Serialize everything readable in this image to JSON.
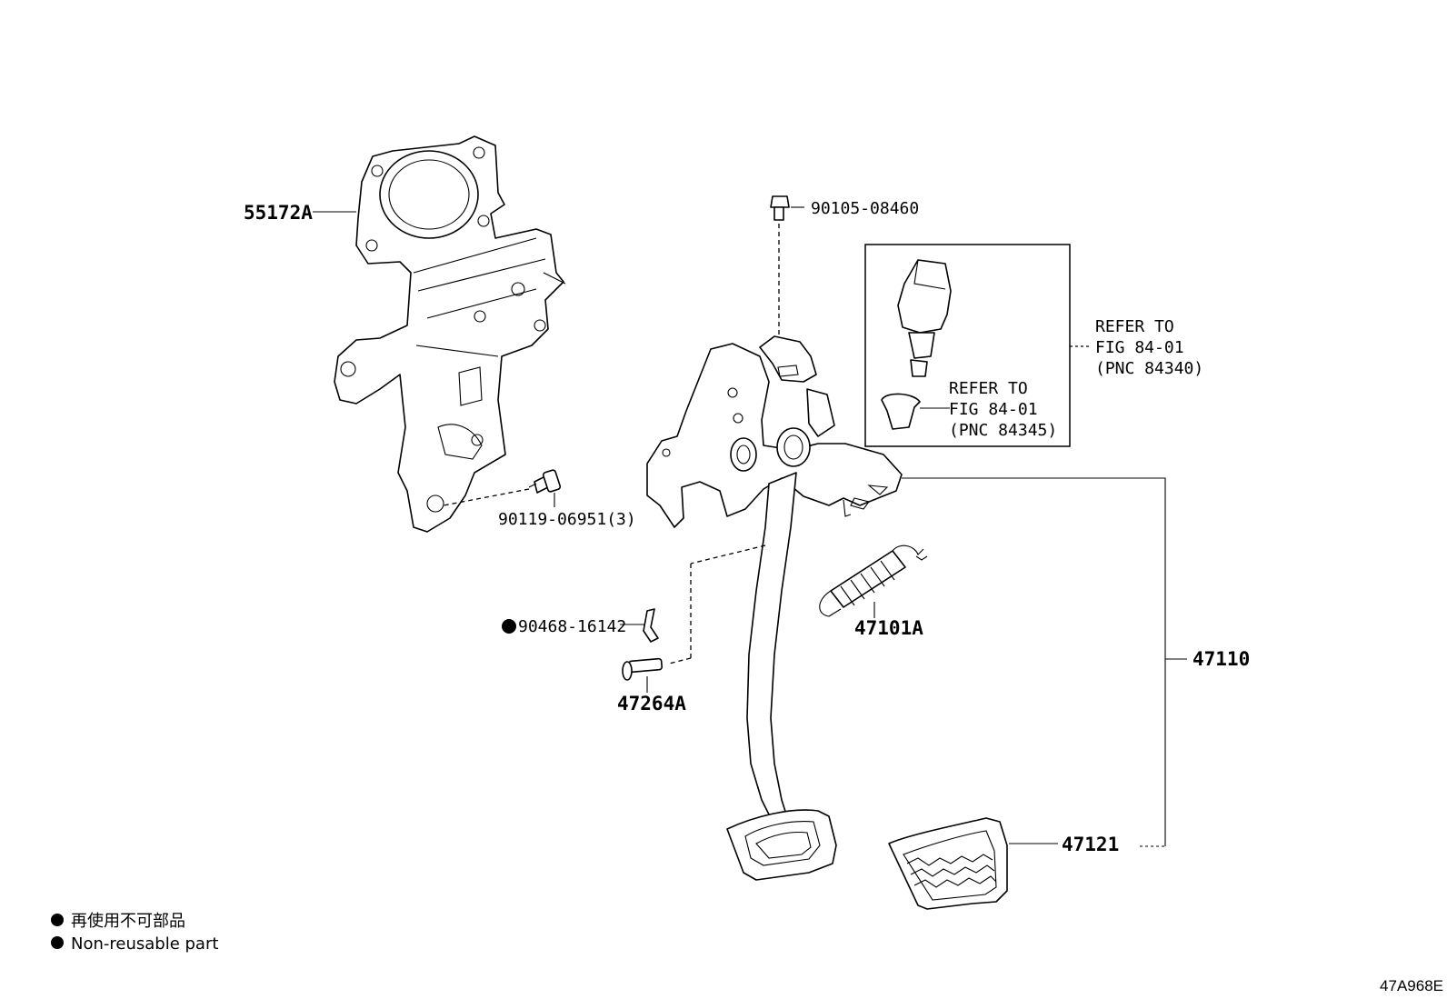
{
  "labels": {
    "bracket": "55172A",
    "bolt_top": "90105-08460",
    "bolt_bracket": "90119-06951(3)",
    "clip": "90468-16142",
    "pin": "47264A",
    "spring": "47101A",
    "pedal_assy": "47110",
    "pedal_pad": "47121"
  },
  "refer_switch": {
    "line1": "REFER TO",
    "line2": "FIG 84-01",
    "line3": "(PNC 84340)"
  },
  "refer_cushion": {
    "line1": "REFER TO",
    "line2": "FIG 84-01",
    "line3": "(PNC 84345)"
  },
  "legend": {
    "japanese": "再使用不可部品",
    "english": "Non-reusable part"
  },
  "figure_id": "47A968E"
}
